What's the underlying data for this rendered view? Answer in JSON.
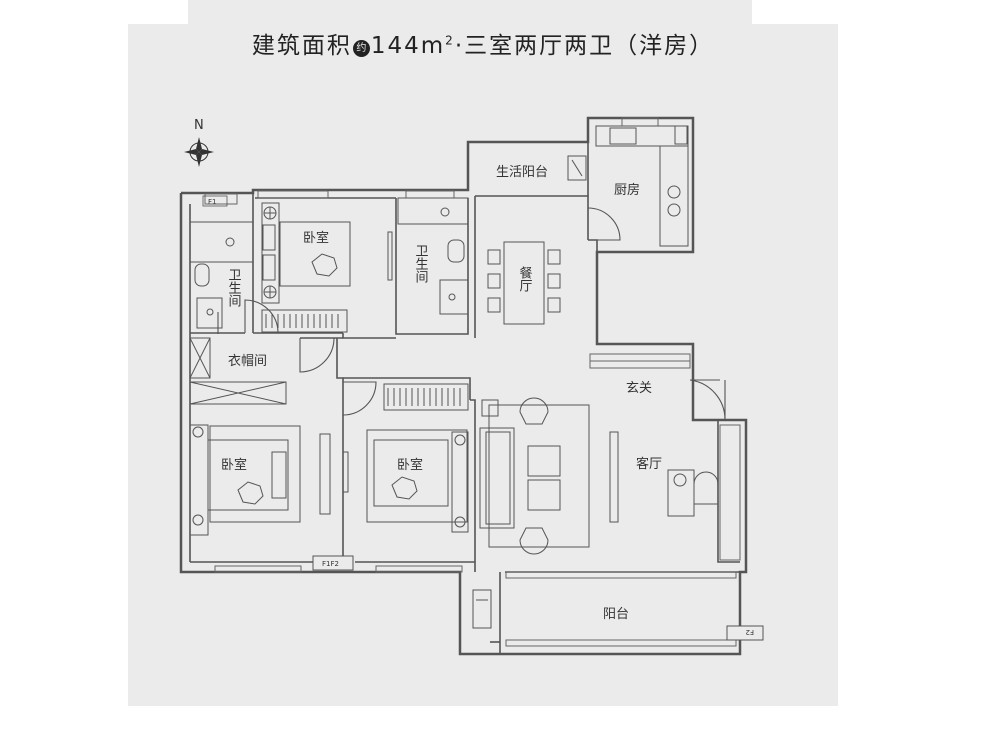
{
  "title": {
    "prefix": "建筑面积",
    "approx_badge": "约",
    "area_number": "144m",
    "area_sup": "2",
    "suffix": "·三室两厅两卫（洋房）"
  },
  "compass": {
    "north_label": "N"
  },
  "rooms": {
    "bedroom_north": "卧室",
    "bedroom_west": "卧室",
    "bedroom_middle": "卧室",
    "bathroom_west": "卫生间",
    "bathroom_middle": "卫生间",
    "cloakroom": "衣帽间",
    "utility_balcony": "生活阳台",
    "kitchen": "厨房",
    "dining_room": "餐厅",
    "foyer": "玄关",
    "living_room": "客厅",
    "balcony": "阳台"
  },
  "tags": {
    "f1": "F1",
    "f1f2": "F1F2",
    "f2": "F2"
  },
  "colors": {
    "paper": "#ebebeb",
    "wall": "#555555",
    "text": "#333333"
  }
}
